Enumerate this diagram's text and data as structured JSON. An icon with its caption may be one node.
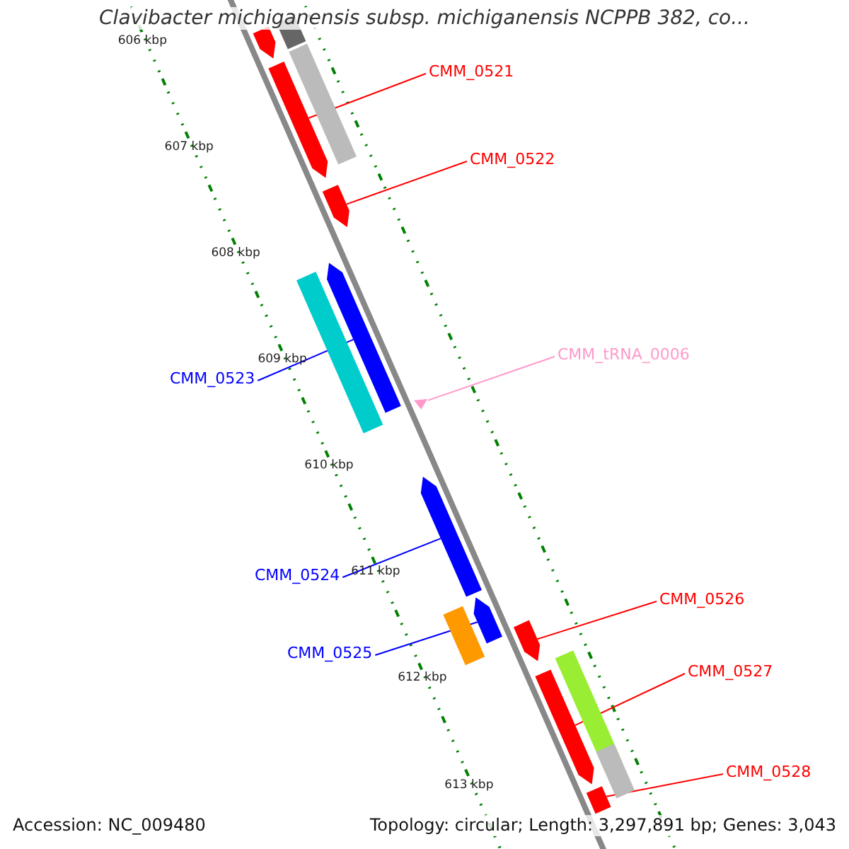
{
  "diagram": {
    "title": "Clavibacter michiganensis subsp. michiganensis NCPPB 382, co...",
    "nodes": [
      {
        "text": [
          "CMM_0521"
        ]
      },
      {
        "text": [
          "CMM_0522"
        ]
      },
      {
        "text": [
          "CMM_tRNA_0006"
        ]
      },
      {
        "text": [
          "CMM_0523"
        ]
      },
      {
        "text": [
          "CMM_0524"
        ]
      },
      {
        "text": [
          "CMM_0526"
        ]
      },
      {
        "text": [
          "CMM_0525"
        ]
      },
      {
        "text": [
          "CMM_0527"
        ]
      },
      {
        "text": [
          "CMM_0528"
        ]
      },
      {
        "text": [],
        "shape": "bar"
      },
      {
        "text": [],
        "shape": "bar"
      },
      {
        "text": [],
        "shape": "bar"
      },
      {
        "text": [],
        "shape": "bar"
      },
      {
        "text": [],
        "shape": "bar"
      },
      {
        "text": [],
        "shape": "bar"
      },
      {
        "text": [],
        "shape": "bar"
      },
      {
        "text": [],
        "shape": "bar"
      },
      {
        "text": [],
        "shape": "bar"
      },
      {
        "text": [],
        "shape": "bar"
      },
      {
        "text": [],
        "shape": "bar"
      },
      {
        "text": [],
        "shape": "bar"
      },
      {
        "text": [],
        "shape": "bar"
      },
      {
        "text": [],
        "shape": "bar"
      },
      {
        "text": [],
        "shape": "bar"
      },
      {
        "text": [],
        "shape": "bar"
      }
    ],
    "edges": [
      {
        "from": 0,
        "to": 12,
        "arrow": "none"
      },
      {
        "from": 1,
        "to": 13,
        "arrow": "none"
      },
      {
        "from": 2,
        "to": 16,
        "arrow": "none",
        "color": "#ff99cc"
      },
      {
        "from": 3,
        "to": 14,
        "arrow": "none",
        "color": "#0000ff"
      },
      {
        "from": 4,
        "to": 17,
        "arrow": "none",
        "color": "#0000ff"
      },
      {
        "from": 5,
        "to": 20,
        "arrow": "none"
      },
      {
        "from": 6,
        "to": 18,
        "arrow": "none",
        "color": "#0000ff"
      },
      {
        "from": 7,
        "to": 22,
        "arrow": "none"
      },
      {
        "from": 8,
        "to": 24,
        "arrow": "none"
      }
    ],
    "labels": [
      "606 kbp",
      "607 kbp",
      "608 kbp",
      "609 kbp",
      "610 kbp",
      "611 kbp",
      "612 kbp",
      "613 kbp",
      "Accession: NC_009480",
      "Topology: circular; Length: 3,297,891 bp; Genes: 3,043"
    ]
  }
}
